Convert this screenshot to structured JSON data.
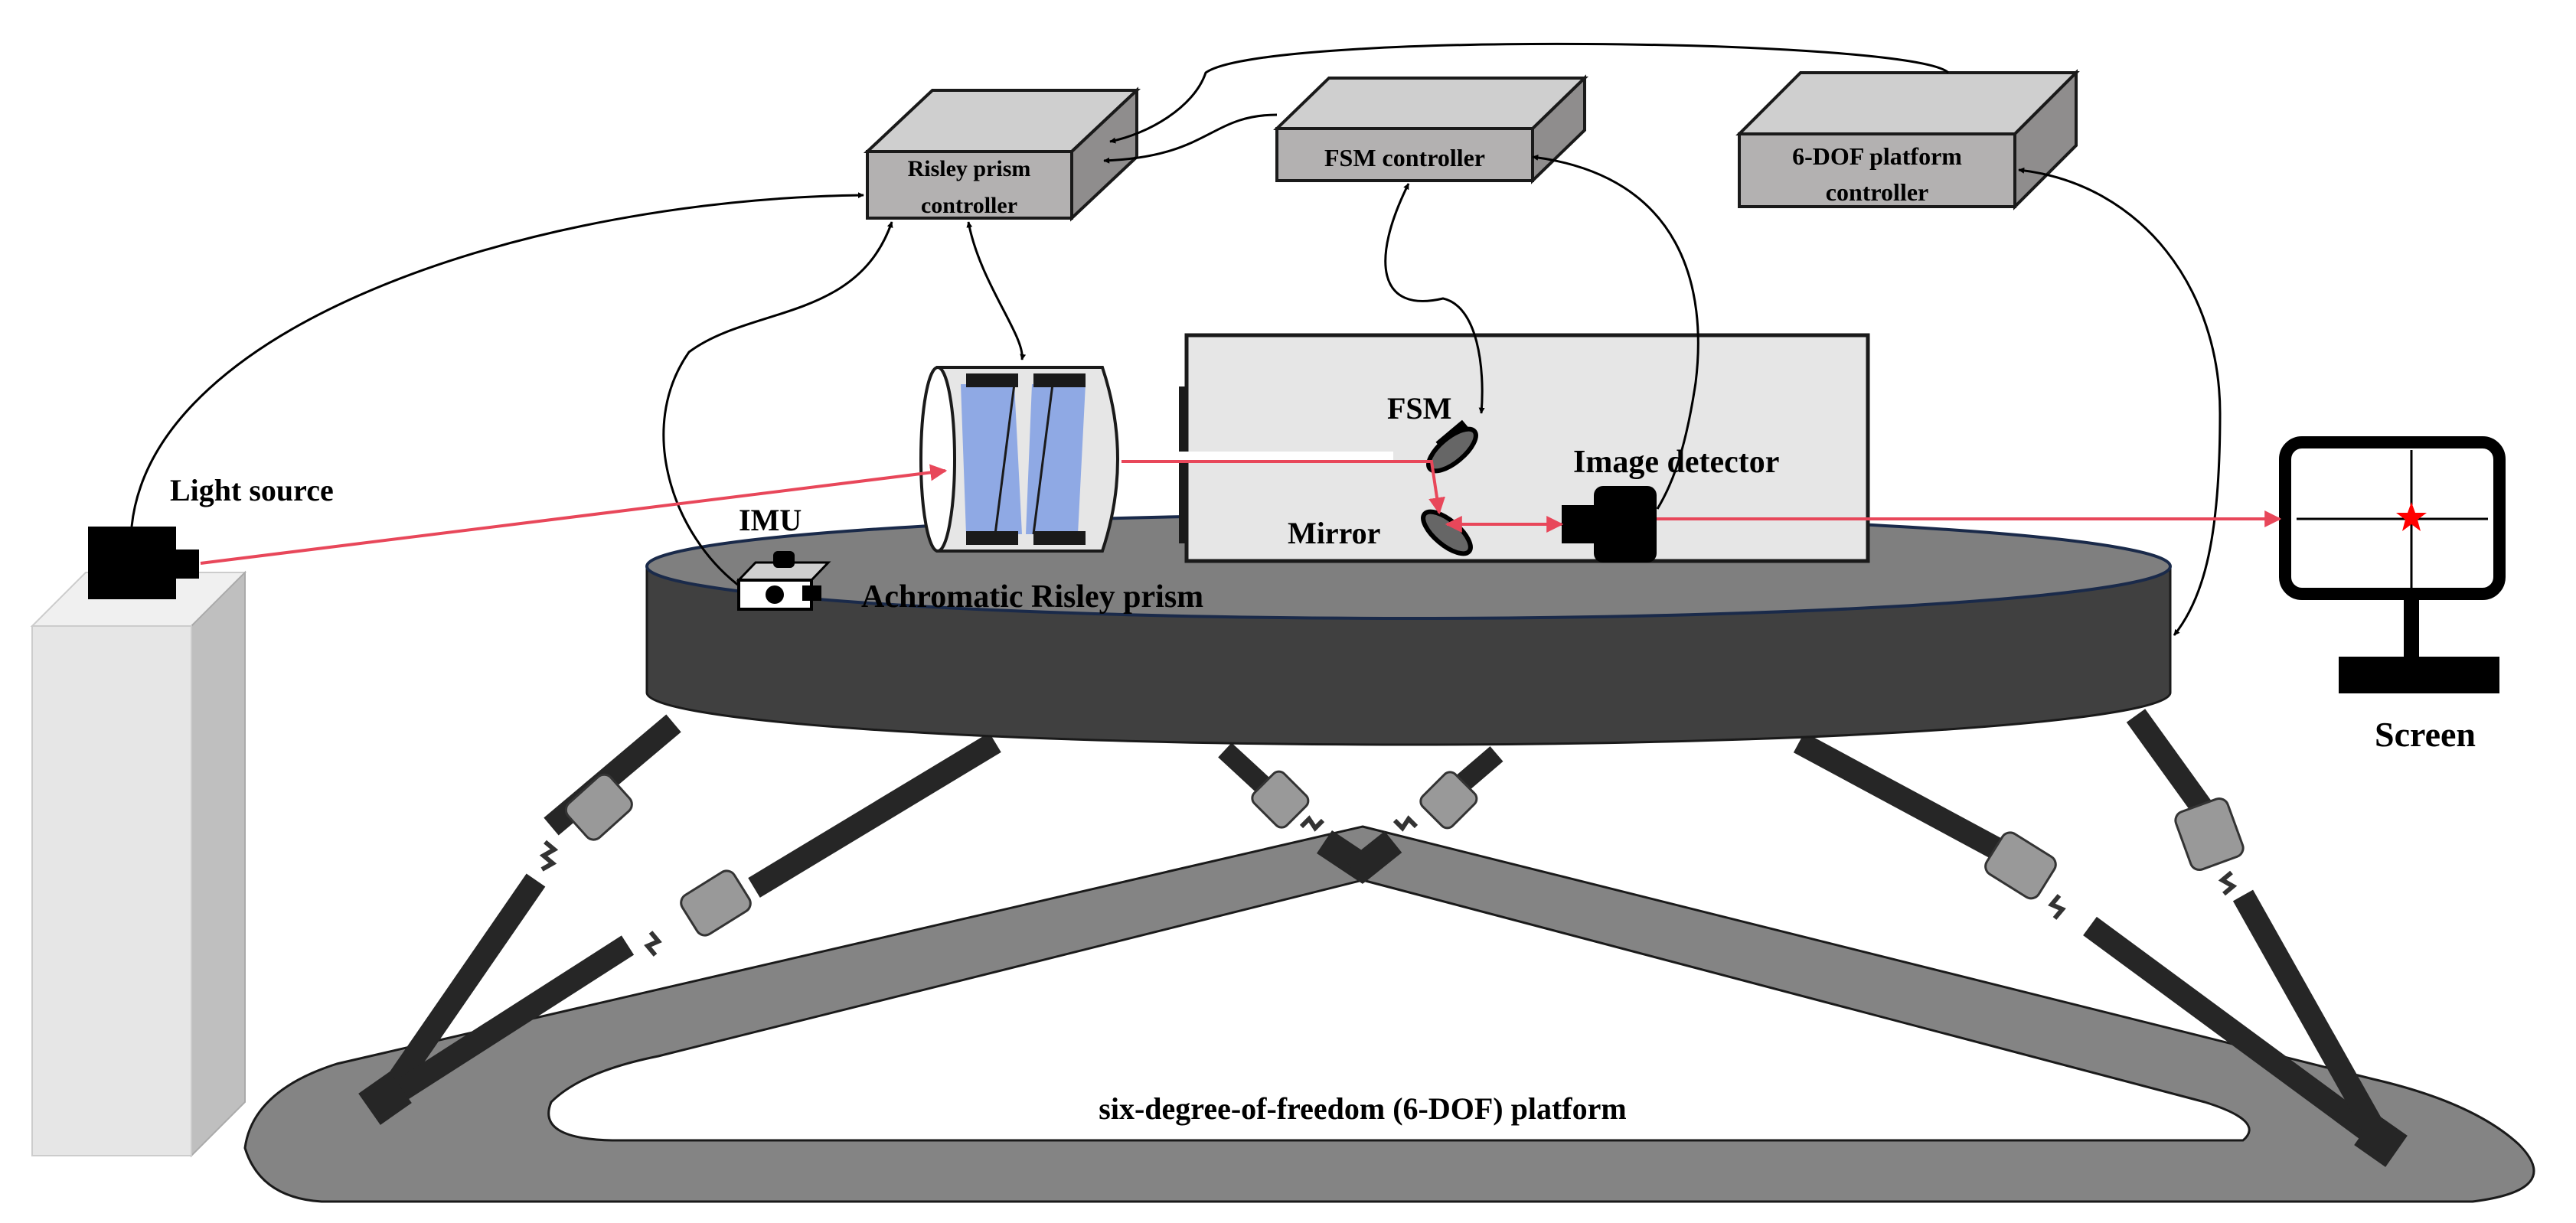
{
  "labels": {
    "risley_controller_line1": "Risley prism",
    "risley_controller_line2": "controller",
    "fsm_controller": "FSM controller",
    "platform_controller_line1": "6-DOF platform",
    "platform_controller_line2": "controller",
    "light_source": "Light source",
    "imu": "IMU",
    "achromatic_risley_prism": "Achromatic Risley prism",
    "fsm": "FSM",
    "mirror": "Mirror",
    "image_detector": "Image detector",
    "screen": "Screen",
    "platform": "six-degree-of-freedom (6-DOF) platform"
  },
  "colors": {
    "beam": "#e8475a",
    "controller_front": "#b3b1b1",
    "controller_top": "#cfcfcf",
    "controller_side": "#8f8d8d",
    "platform_top": "#7f7f7f",
    "platform_side": "#404040",
    "base": "#848484",
    "leg": "#262626",
    "prism_glass": "#8fa9e4",
    "enclosure": "#e6e6e6",
    "star": "#ff0000"
  },
  "icons": [
    "star-icon"
  ]
}
